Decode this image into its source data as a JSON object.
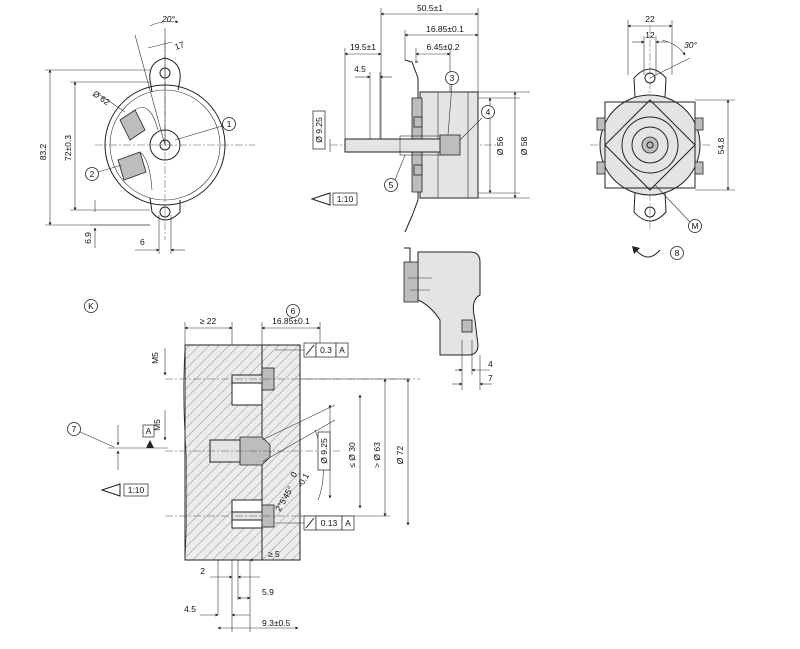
{
  "drawing": {
    "dimensions": {
      "angle_20": "20°",
      "d17": "17",
      "dia62": "Ø 62",
      "d83_2": "83.2",
      "d72": "72±0.3",
      "d6_9": "6.9",
      "d6": "6",
      "d50_5": "50.5±1",
      "d16_85a": "16.85±0.1",
      "d19_5": "19.5±1",
      "d6_45": "6.45±0.2",
      "d4_5a": "4.5",
      "dia9_25a": "Ø 9.25",
      "dia56": "Ø 56",
      "dia58": "Ø 58",
      "d22": "22",
      "d12": "12",
      "angle_30": "30°",
      "d54_8": "54.8",
      "d4": "4",
      "d7": "7",
      "d22min": "≥ 22",
      "d16_85b": "16.85±0.1",
      "m5a": "M5",
      "m5b": "M5",
      "dia9_25b": "Ø 9.25",
      "dia30": "≤ Ø 30",
      "dia63": "> Ø 63",
      "dia72": "Ø 72",
      "chamfer": "2°5'45°",
      "tol_upper": "0",
      "tol_lower": "-0.1",
      "d5min": "≥ 5",
      "d2": "2",
      "d5_9": "5.9",
      "d4_5b": "4.5",
      "d9_3": "9.3±0.5"
    },
    "tolerances": {
      "t1_value": "0.3",
      "t1_ref": "A",
      "t2_value": "0.13",
      "t2_ref": "A",
      "datum": "A"
    },
    "scales": {
      "scale1": "1:10",
      "scale2": "1:10"
    },
    "callouts": [
      "1",
      "2",
      "3",
      "4",
      "5",
      "6",
      "7",
      "8"
    ],
    "letters": {
      "k": "K",
      "m": "M"
    }
  }
}
